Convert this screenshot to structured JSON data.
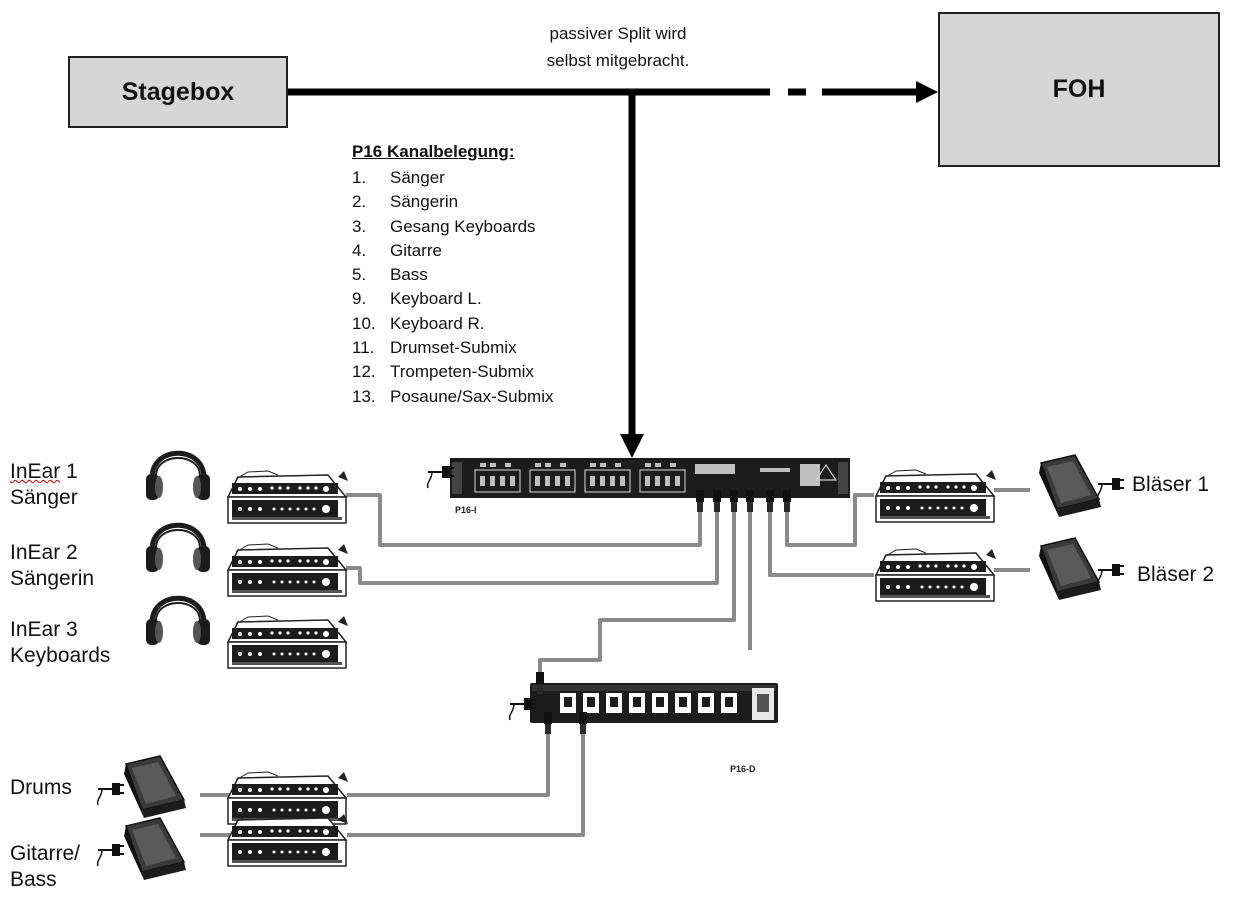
{
  "nodes": {
    "stagebox": "Stagebox",
    "foh": "FOH"
  },
  "split_note": "passiver Split wird\nselbst mitgebracht.",
  "channel_list": {
    "title": "P16 Kanalbelegung:",
    "items": [
      {
        "num": "1.",
        "name": "Sänger"
      },
      {
        "num": "2.",
        "name": "Sängerin"
      },
      {
        "num": "3.",
        "name": "Gesang Keyboards"
      },
      {
        "num": "4.",
        "name": "Gitarre"
      },
      {
        "num": "5.",
        "name": "Bass"
      },
      {
        "num": "9.",
        "name": "Keyboard L."
      },
      {
        "num": "10.",
        "name": "Keyboard R."
      },
      {
        "num": "11.",
        "name": "Drumset-Submix"
      },
      {
        "num": "12.",
        "name": "Trompeten-Submix"
      },
      {
        "num": "13.",
        "name": "Posaune/Sax-Submix"
      }
    ]
  },
  "devices": {
    "p16i": "P16-I",
    "p16d": "P16-D"
  },
  "labels": {
    "inear1_a": "InEar",
    "inear1_b": " 1\nSänger",
    "inear2": "InEar 2\nSängerin",
    "inear3": "InEar 3\nKeyboards",
    "drums": "Drums",
    "gitarre_bass": "Gitarre/\nBass",
    "blaeser1": "Bläser 1",
    "blaeser2": "Bläser 2"
  },
  "colors": {
    "box_fill": "#d6d6d6",
    "line": "#000000",
    "cable": "#8a8a8a",
    "device_dark": "#1c1c1c"
  }
}
